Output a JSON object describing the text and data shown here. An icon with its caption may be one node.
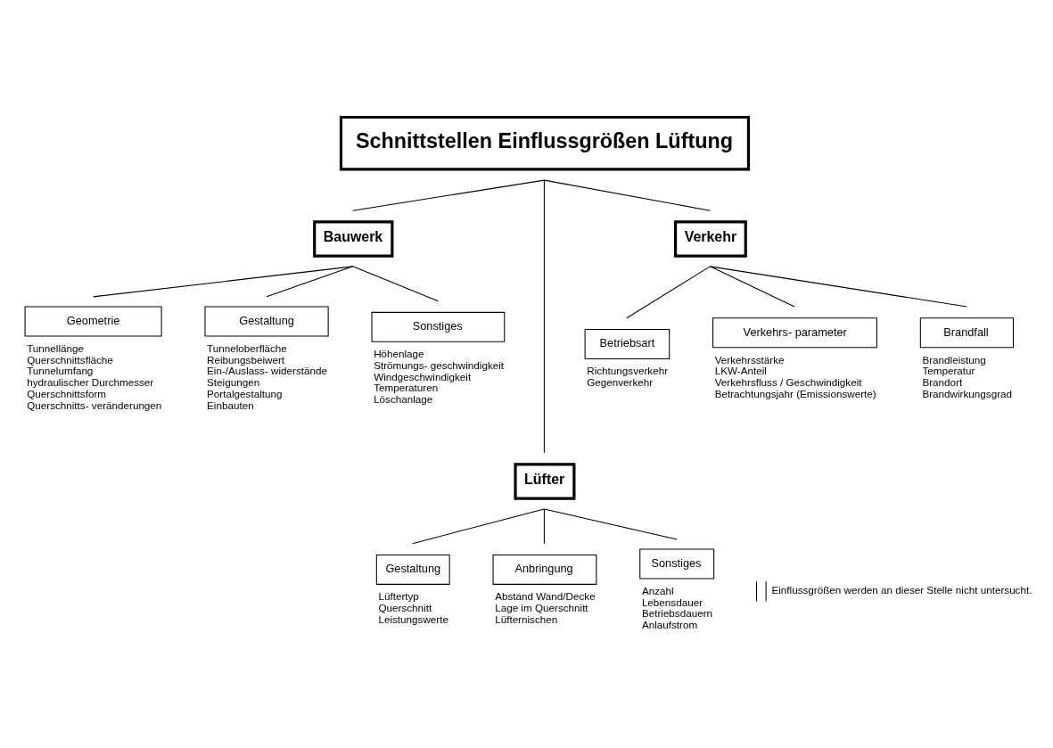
{
  "diagram": {
    "nodes": [
      {
        "text": [
          "Schnittstellen Einflussgrößen Lüftung"
        ]
      },
      {
        "text": [
          "Bauwerk"
        ]
      },
      {
        "text": [
          "Verkehr"
        ]
      },
      {
        "text": [
          "Lüfter"
        ]
      },
      {
        "text": [
          "Geometrie"
        ],
        "beside": [
          "Tunnellänge",
          "Querschnittsfläche",
          "Tunnelumfang",
          "hydraulischer Durchmesser",
          "Querschnittsform",
          "Querschnitts- veränderungen"
        ]
      },
      {
        "text": [
          "Gestaltung"
        ],
        "beside": [
          "Tunneloberfläche",
          "Reibungsbeiwert",
          "Ein-/Auslass- widerstände",
          "Steigungen",
          "Portalgestaltung",
          "Einbauten"
        ]
      },
      {
        "text": [
          "Sonstiges"
        ],
        "beside": [
          "Höhenlage",
          "Strömungs- geschwindigkeit",
          "Windgeschwindigkeit",
          "Temperaturen",
          "Löschanlage"
        ]
      },
      {
        "text": [
          "Betriebsart"
        ],
        "beside": [
          "Richtungsverkehr",
          "Gegenverkehr"
        ]
      },
      {
        "text": [
          "Verkehrs- parameter"
        ],
        "beside": [
          "Verkehrsstärke",
          "LKW-Anteil",
          "Verkehrsfluss / Geschwindigkeit",
          "Betrachtungsjahr (Emissionswerte)"
        ]
      },
      {
        "text": [
          "Brandfall"
        ],
        "beside": [
          "Brandleistung",
          "Temperatur",
          "Brandort",
          "Brandwirkungsgrad"
        ]
      },
      {
        "text": [
          "Gestaltung"
        ],
        "beside": [
          "Lüftertyp",
          "Querschnitt",
          "Leistungswerte"
        ]
      },
      {
        "text": [
          "Anbringung"
        ],
        "beside": [
          "Abstand Wand/Decke",
          "Lage im Querschnitt",
          "Lüfternischen"
        ]
      },
      {
        "text": [
          "Sonstiges"
        ],
        "beside": [
          "Anzahl",
          "Lebensdauer",
          "Betriebsdauern",
          "Anlaufstrom"
        ]
      }
    ],
    "edges": [
      {
        "from": 0,
        "to": 1,
        "arrow": "none"
      },
      {
        "from": 0,
        "to": 3,
        "arrow": "none"
      },
      {
        "from": 0,
        "to": 2,
        "arrow": "none"
      },
      {
        "from": 1,
        "to": 4,
        "arrow": "none"
      },
      {
        "from": 1,
        "to": 5,
        "arrow": "none"
      },
      {
        "from": 1,
        "to": 6,
        "arrow": "none"
      },
      {
        "from": 2,
        "to": 7,
        "arrow": "none"
      },
      {
        "from": 2,
        "to": 8,
        "arrow": "none"
      },
      {
        "from": 2,
        "to": 9,
        "arrow": "none"
      },
      {
        "from": 3,
        "to": 10,
        "arrow": "none"
      },
      {
        "from": 3,
        "to": 11,
        "arrow": "none"
      },
      {
        "from": 3,
        "to": 12,
        "arrow": "none"
      }
    ],
    "legend": [
      {
        "text": "Einflussgrößen werden an dieser Stelle nicht untersucht."
      }
    ]
  }
}
